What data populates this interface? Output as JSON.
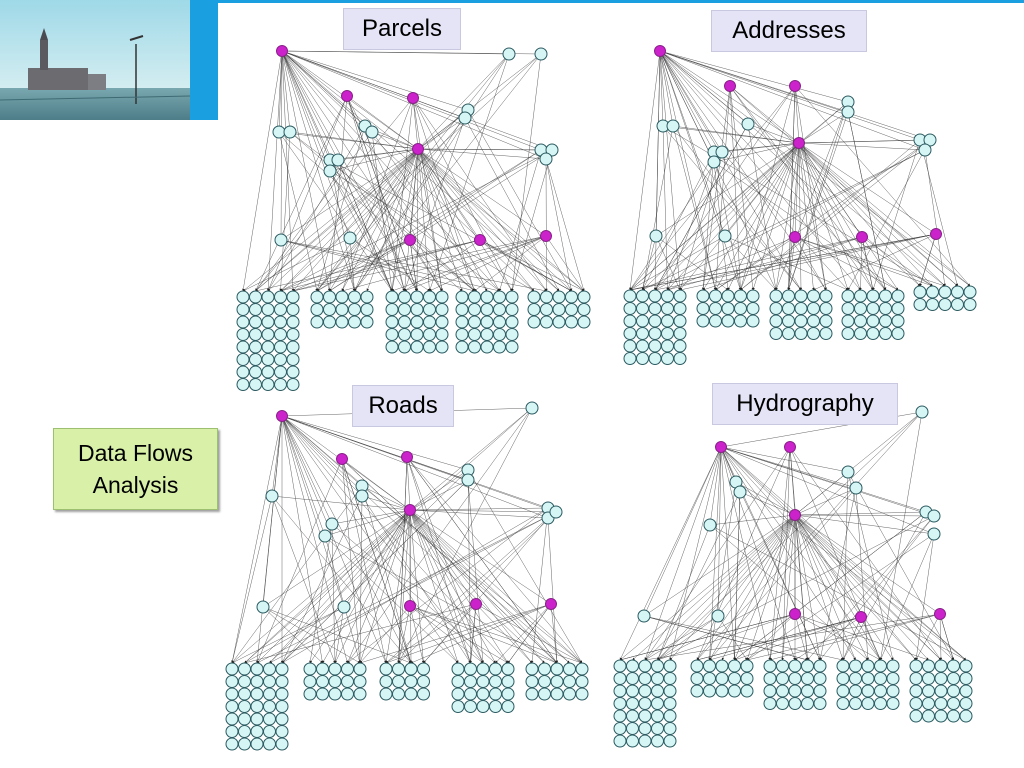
{
  "labels": {
    "parcels": "Parcels",
    "addresses": "Addresses",
    "roads": "Roads",
    "hydrography": "Hydrography"
  },
  "side_box": {
    "line1": "Data Flows",
    "line2": "Analysis"
  },
  "colors": {
    "accent_bar": "#1aa0e0",
    "hub_node": "#cc22cc",
    "leaf_node": "#d6f5f5",
    "edge": "#333333",
    "label_bg": "#e4e4f6",
    "side_box_bg": "#d8f0a8"
  },
  "header_image": "town-hall-photo"
}
